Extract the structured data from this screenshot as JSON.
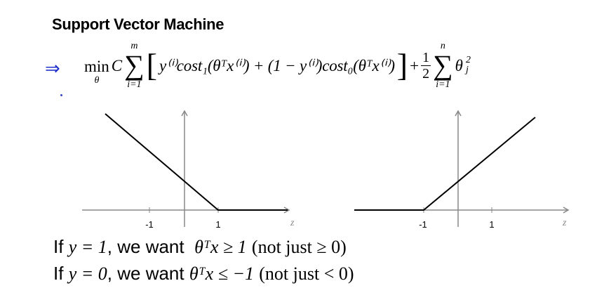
{
  "slide": {
    "title": "Support Vector Machine",
    "arrow_color": "#2233cc"
  },
  "formula": {
    "min": "min",
    "min_sub": "θ",
    "C": "C",
    "sum1": "∑",
    "sum1_top": "m",
    "sum1_bottom": "i=1",
    "lbracket": "[",
    "body": "y⁽ⁱ⁾cost₁(θᵀx⁽ⁱ⁾) + (1 − y⁽ⁱ⁾)cost₀(θᵀx⁽ⁱ⁾)",
    "rbracket": "]",
    "plus": "+",
    "half_num": "1",
    "half_den": "2",
    "sum2": "∑",
    "sum2_top": "n",
    "sum2_bottom": "i=1",
    "theta": "θ",
    "theta_sup": "2",
    "theta_sub": "j"
  },
  "plots": [
    {
      "hinge_knot": 1,
      "slope_side": "left",
      "ticks": [
        "-1",
        "1"
      ],
      "xlabel": "z"
    },
    {
      "hinge_knot": -1,
      "slope_side": "right",
      "ticks": [
        "-1",
        "1"
      ],
      "xlabel": "z"
    }
  ],
  "statements": [
    {
      "if": "If",
      "cond": "y = 1",
      "mid": ", we want",
      "expr": "θᵀx ≥ 1",
      "note": "(not just ≥ 0)"
    },
    {
      "if": "If",
      "cond": "y = 0",
      "mid": ", we want",
      "expr": "θᵀx ≤ −1",
      "note": "(not just < 0)"
    }
  ]
}
